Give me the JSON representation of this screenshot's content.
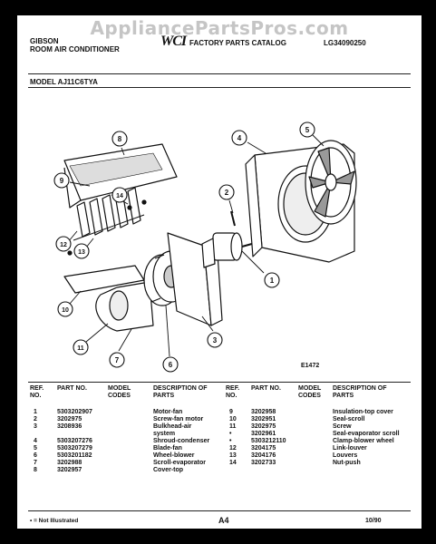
{
  "watermark": "AppliancePartsPros.com",
  "header": {
    "brand_line1": "GIBSON",
    "brand_line2": "ROOM AIR CONDITIONER",
    "logo": "WCI",
    "catalog_title": "FACTORY PARTS CATALOG",
    "catalog_code": "LG34090250"
  },
  "model": "MODEL AJ11C6TYA",
  "figure_number": "E1472",
  "callouts": [
    "1",
    "2",
    "3",
    "4",
    "5",
    "6",
    "7",
    "8",
    "9",
    "10",
    "11",
    "12",
    "13",
    "14"
  ],
  "table": {
    "columns": [
      "REF. NO.",
      "PART NO.",
      "MODEL CODES",
      "DESCRIPTION OF PARTS"
    ],
    "left": [
      {
        "ref": "1",
        "part": "5303202907",
        "desc": "Motor-fan"
      },
      {
        "ref": "2",
        "part": "3202975",
        "desc": "Screw-fan motor"
      },
      {
        "ref": "3",
        "part": "3208936",
        "desc": "Bulkhead-air system"
      },
      {
        "ref": "4",
        "part": "5303207276",
        "desc": "Shroud-condenser"
      },
      {
        "ref": "5",
        "part": "5303207279",
        "desc": "Blade-fan"
      },
      {
        "ref": "6",
        "part": "5303201182",
        "desc": "Wheel-blower"
      },
      {
        "ref": "7",
        "part": "3202988",
        "desc": "Scroll-evaporator"
      },
      {
        "ref": "8",
        "part": "3202957",
        "desc": "Cover-top"
      }
    ],
    "right": [
      {
        "ref": "9",
        "part": "3202958",
        "desc": "Insulation-top cover"
      },
      {
        "ref": "10",
        "part": "3202951",
        "desc": "Seal-scroll"
      },
      {
        "ref": "11",
        "part": "3202975",
        "desc": "Screw"
      },
      {
        "ref": "•",
        "part": "3202961",
        "desc": "Seal-evaporator scroll"
      },
      {
        "ref": "•",
        "part": "5303212110",
        "desc": "Clamp-blower wheel"
      },
      {
        "ref": "12",
        "part": "3204175",
        "desc": "Link-louver"
      },
      {
        "ref": "13",
        "part": "3204176",
        "desc": "Louvers"
      },
      {
        "ref": "14",
        "part": "3202733",
        "desc": "Nut-push"
      }
    ]
  },
  "footer": {
    "note": "• = Not Illustrated",
    "page": "A4",
    "date": "10/90"
  }
}
